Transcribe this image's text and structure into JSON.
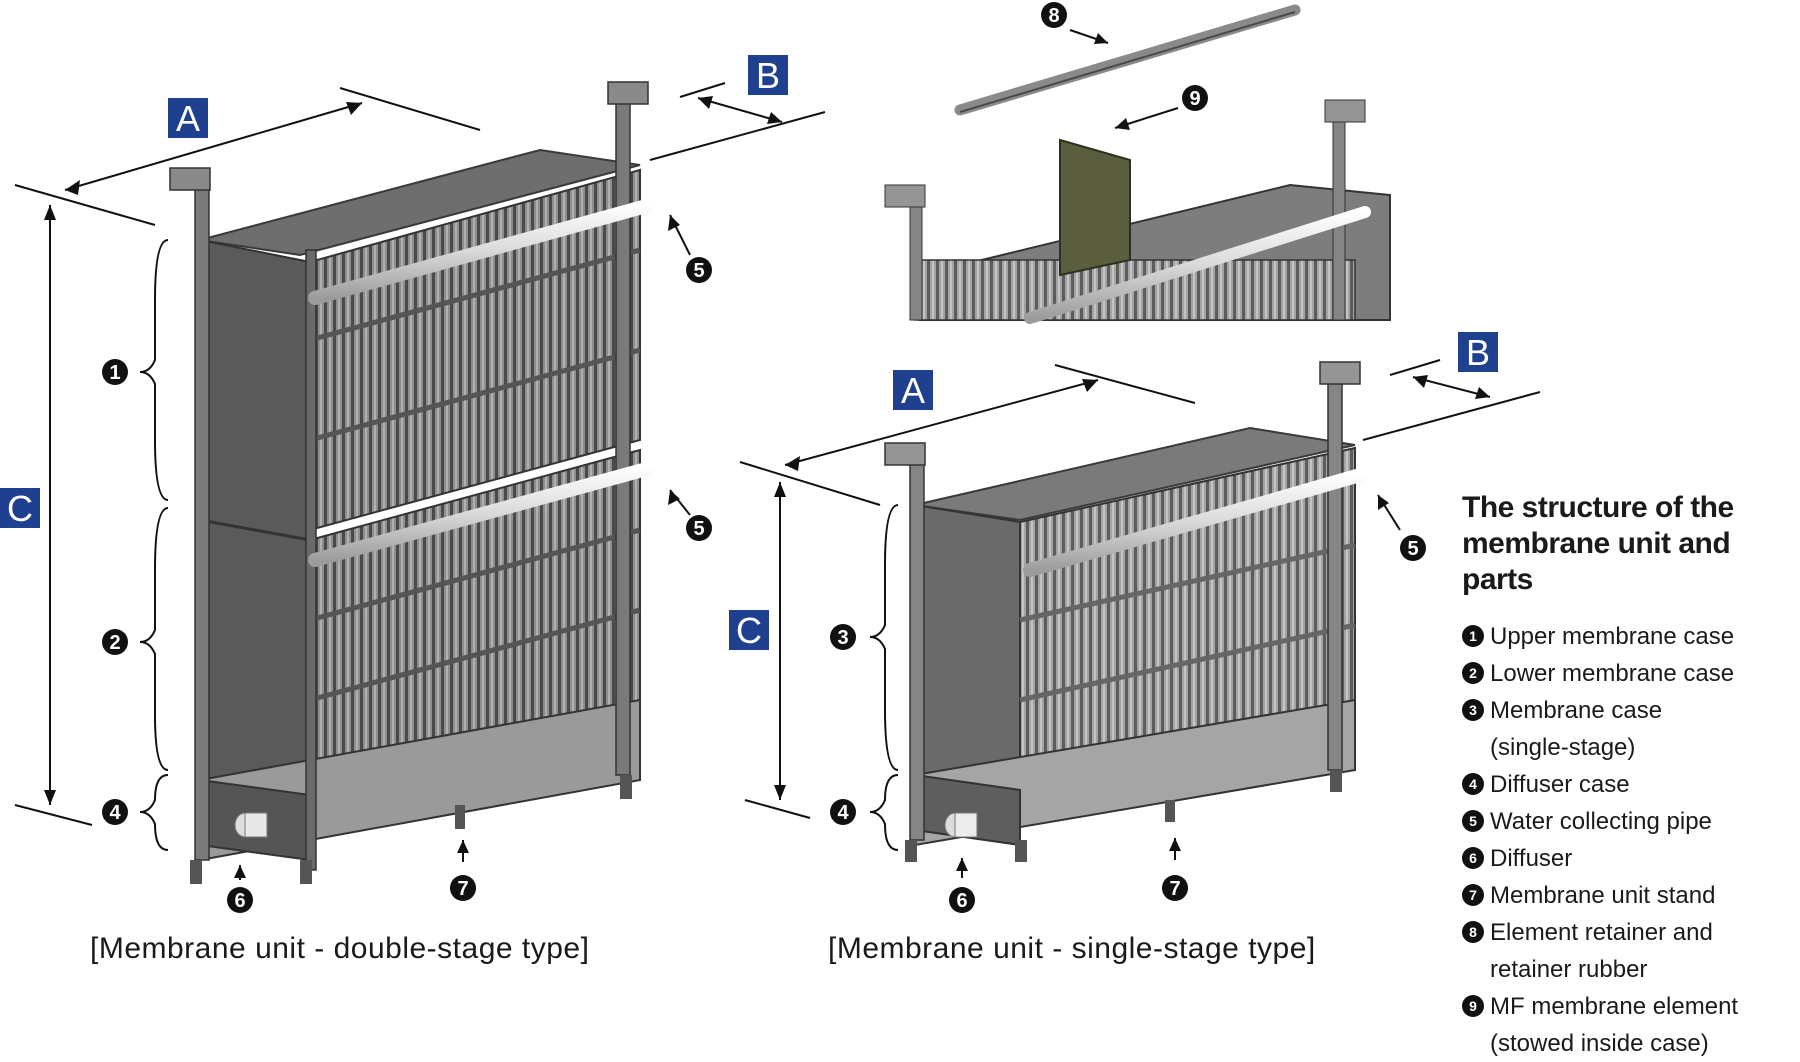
{
  "dimension_labels": {
    "a": "A",
    "b": "B",
    "c": "C"
  },
  "callout_numbers": [
    "1",
    "2",
    "3",
    "4",
    "5",
    "6",
    "7",
    "8",
    "9"
  ],
  "captions": {
    "double": "[Membrane unit - double-stage type]",
    "single": "[Membrane unit - single-stage type]"
  },
  "legend": {
    "title_line1": "The structure of the",
    "title_line2": "membrane unit and parts",
    "items": [
      {
        "num": "1",
        "text": "Upper membrane case"
      },
      {
        "num": "2",
        "text": "Lower membrane case"
      },
      {
        "num": "3",
        "text": "Membrane case\n(single-stage)"
      },
      {
        "num": "4",
        "text": "Diffuser case"
      },
      {
        "num": "5",
        "text": "Water collecting pipe"
      },
      {
        "num": "6",
        "text": "Diffuser"
      },
      {
        "num": "7",
        "text": "Membrane unit stand"
      },
      {
        "num": "8",
        "text": "Element retainer and\nretainer rubber"
      },
      {
        "num": "9",
        "text": "MF membrane element\n(stowed inside case)"
      }
    ]
  },
  "colors": {
    "dimension_box": "#1f3f8f",
    "frame_dark": "#4a4a4a",
    "frame_mid": "#7a7a7a",
    "membrane": "#8b8b8b",
    "pipe": "#e8e8e8",
    "element_panel": "#5a5e3e"
  }
}
